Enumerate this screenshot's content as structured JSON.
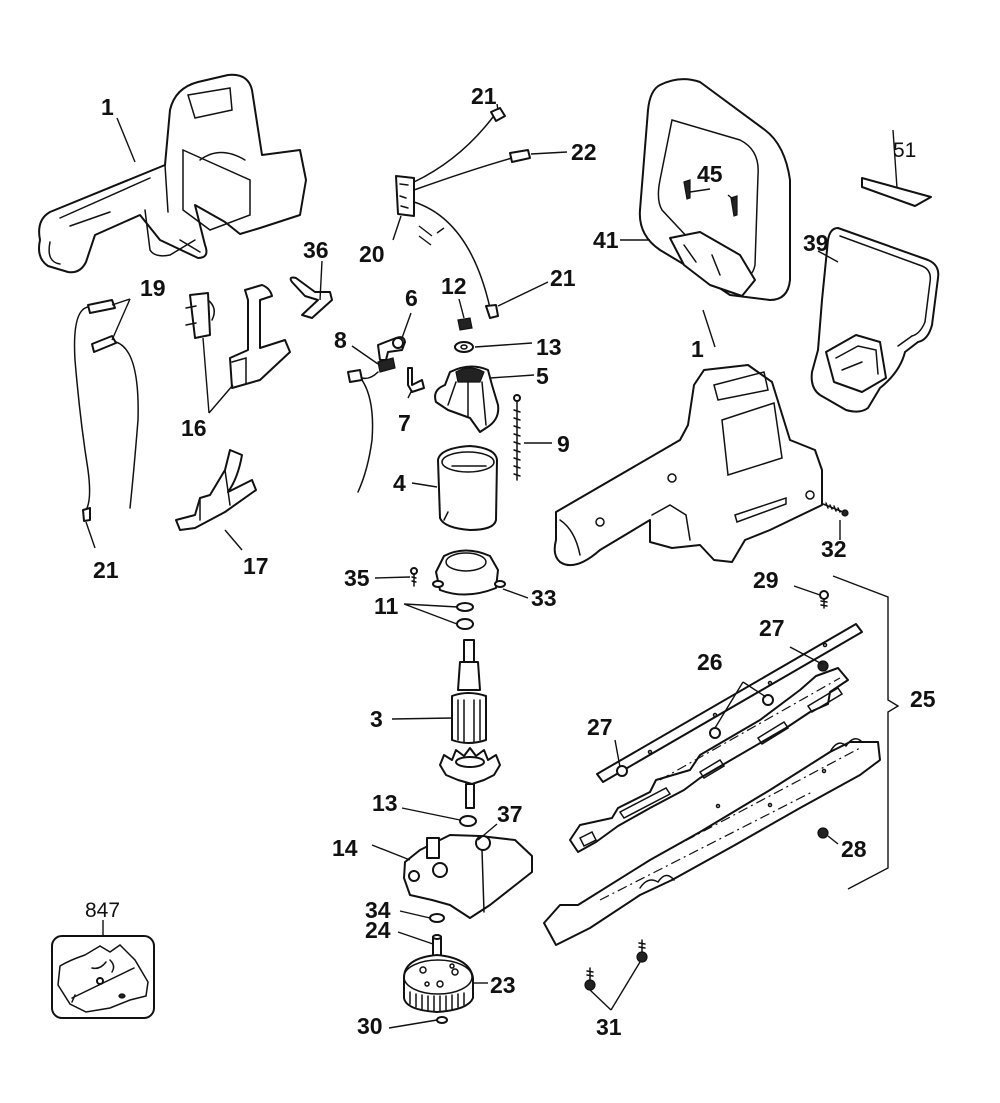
{
  "diagram": {
    "title": "Hedge trimmer exploded parts diagram",
    "ink_color": "#111111",
    "background_color": "#ffffff",
    "callouts": [
      {
        "id": "c1a",
        "number": "1",
        "part": "housing-left"
      },
      {
        "id": "c1b",
        "number": "1",
        "part": "housing-right"
      },
      {
        "id": "c3",
        "number": "3",
        "part": "armature"
      },
      {
        "id": "c4",
        "number": "4",
        "part": "motor-field-housing"
      },
      {
        "id": "c5",
        "number": "5",
        "part": "brush-holder-end-cap"
      },
      {
        "id": "c6",
        "number": "6",
        "part": "brush-spring"
      },
      {
        "id": "c7",
        "number": "7",
        "part": "brush-clip"
      },
      {
        "id": "c8",
        "number": "8",
        "part": "carbon-brush"
      },
      {
        "id": "c9",
        "number": "9",
        "part": "long-screw"
      },
      {
        "id": "c11",
        "number": "11",
        "part": "washers"
      },
      {
        "id": "c12",
        "number": "12",
        "part": "small-spring"
      },
      {
        "id": "c13a",
        "number": "13",
        "part": "bearing-top"
      },
      {
        "id": "c13b",
        "number": "13",
        "part": "bearing-bottom"
      },
      {
        "id": "c14",
        "number": "14",
        "part": "gear-case"
      },
      {
        "id": "c16",
        "number": "16",
        "part": "switch-assembly"
      },
      {
        "id": "c17",
        "number": "17",
        "part": "trigger"
      },
      {
        "id": "c19",
        "number": "19",
        "part": "terminals"
      },
      {
        "id": "c20",
        "number": "20",
        "part": "terminal-block"
      },
      {
        "id": "c21a",
        "number": "21",
        "part": "lead-wire-top"
      },
      {
        "id": "c21b",
        "number": "21",
        "part": "lead-wire-right"
      },
      {
        "id": "c21c",
        "number": "21",
        "part": "lead-wire-left"
      },
      {
        "id": "c22",
        "number": "22",
        "part": "connector-lead"
      },
      {
        "id": "c23",
        "number": "23",
        "part": "gear"
      },
      {
        "id": "c24",
        "number": "24",
        "part": "shaft-pin"
      },
      {
        "id": "c25",
        "number": "25",
        "part": "blade-assembly"
      },
      {
        "id": "c26",
        "number": "26",
        "part": "blade-spacers"
      },
      {
        "id": "c27a",
        "number": "27",
        "part": "blade-nut-upper"
      },
      {
        "id": "c27b",
        "number": "27",
        "part": "blade-nut-lower"
      },
      {
        "id": "c28",
        "number": "28",
        "part": "hex-nut"
      },
      {
        "id": "c29",
        "number": "29",
        "part": "blade-screw"
      },
      {
        "id": "c30",
        "number": "30",
        "part": "retaining-clip"
      },
      {
        "id": "c31",
        "number": "31",
        "part": "blade-screws"
      },
      {
        "id": "c32",
        "number": "32",
        "part": "housing-screw"
      },
      {
        "id": "c33",
        "number": "33",
        "part": "bearing-retainer"
      },
      {
        "id": "c34",
        "number": "34",
        "part": "gear-bearing"
      },
      {
        "id": "c35",
        "number": "35",
        "part": "retainer-screw"
      },
      {
        "id": "c36",
        "number": "36",
        "part": "lock-off-lever"
      },
      {
        "id": "c37",
        "number": "37",
        "part": "gear-case-bushing"
      },
      {
        "id": "c39",
        "number": "39",
        "part": "hand-guard"
      },
      {
        "id": "c41",
        "number": "41",
        "part": "front-handle"
      },
      {
        "id": "c45",
        "number": "45",
        "part": "handle-screws"
      },
      {
        "id": "c51",
        "number": "51",
        "part": "label-nameplate"
      },
      {
        "id": "c847",
        "number": "847",
        "part": "hardware-bag"
      }
    ]
  }
}
